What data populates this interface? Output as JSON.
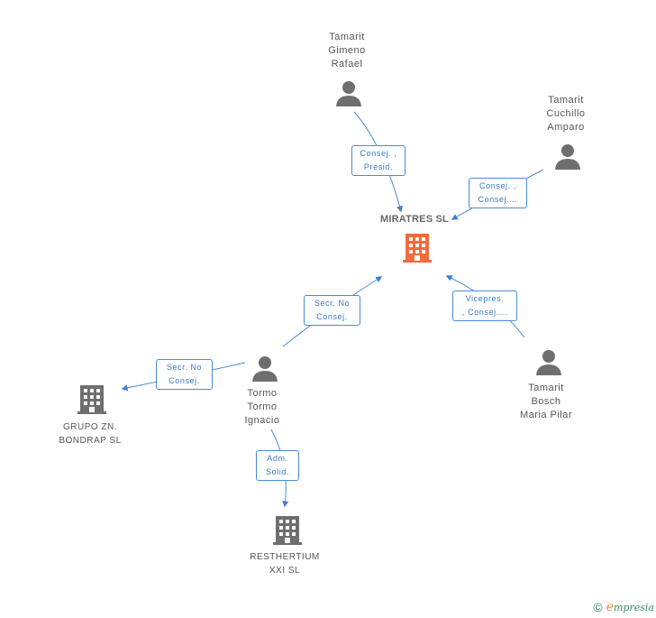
{
  "center": {
    "name": "MIRATRES SL",
    "color": "#f26a3d"
  },
  "people": {
    "p1": {
      "lines": [
        "Tamarit",
        "Gimeno",
        "Rafael"
      ]
    },
    "p2": {
      "lines": [
        "Tamarit",
        "Cuchillo",
        "Amparo"
      ]
    },
    "p3": {
      "lines": [
        "Tamarit",
        "Bosch",
        "Maria Pilar"
      ]
    },
    "p4": {
      "lines": [
        "Tormo",
        "Tormo",
        "Ignacio"
      ]
    }
  },
  "companies": {
    "c1": {
      "lines": [
        "GRUPO ZN.",
        "BONDRAP SL"
      ]
    },
    "c2": {
      "lines": [
        "RESTHERTIUM",
        "XXI SL"
      ]
    }
  },
  "edges": {
    "e1": {
      "lines": [
        "Consej. ,",
        "Presid."
      ]
    },
    "e2": {
      "lines": [
        "Consej. ,",
        "Consej...."
      ]
    },
    "e3": {
      "lines": [
        "Vicepres.",
        ", Consej...."
      ]
    },
    "e4": {
      "lines": [
        "Secr.  No",
        "Consej."
      ]
    },
    "e5": {
      "lines": [
        "Secr.  No",
        "Consej."
      ]
    },
    "e6": {
      "lines": [
        "Adm.",
        "Solid."
      ]
    }
  },
  "colors": {
    "icon_gray": "#6e6e6e",
    "edge_blue": "#4a8bd6",
    "accent": "#f26a3d"
  },
  "footer": {
    "copyright": "©",
    "brand_e": "e",
    "brand_rest": "mpresia"
  }
}
